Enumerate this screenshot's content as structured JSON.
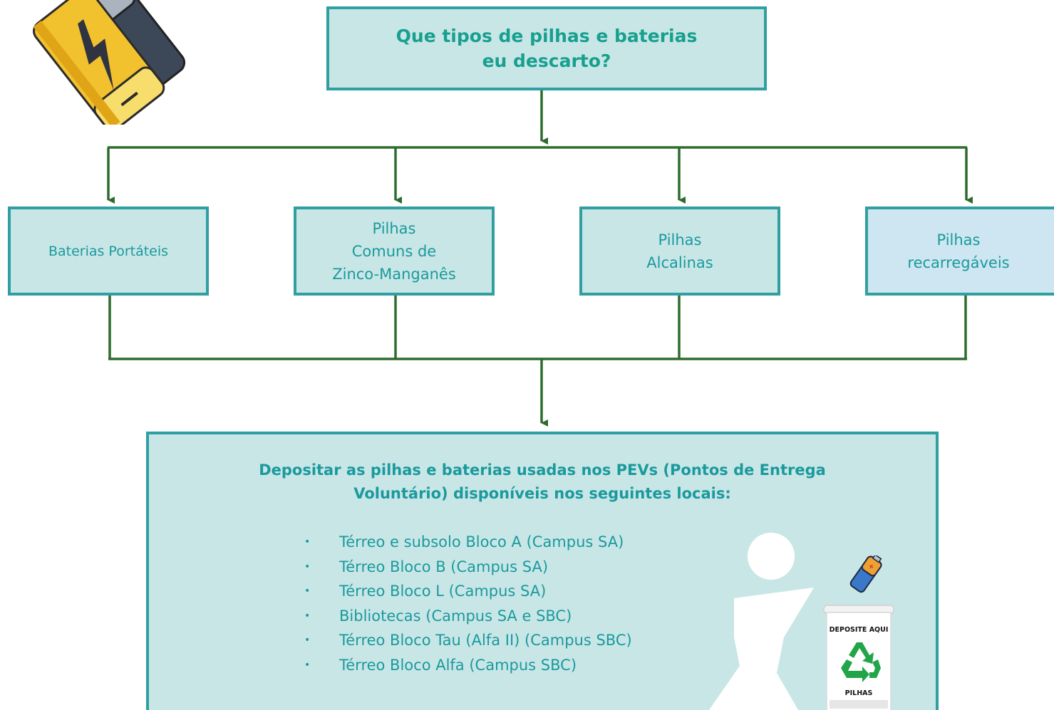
{
  "title": {
    "line1": "Que tipos de pilhas e baterias",
    "line2": "eu descarto?"
  },
  "categories": [
    {
      "lines": [
        "Baterias Portáteis"
      ]
    },
    {
      "lines": [
        "Pilhas",
        "Comuns de",
        "Zinco-Manganês"
      ]
    },
    {
      "lines": [
        "Pilhas",
        "Alcalinas"
      ]
    },
    {
      "lines": [
        "Pilhas",
        "recarregáveis"
      ]
    }
  ],
  "deposit": {
    "heading_line1": "Depositar as pilhas e baterias usadas nos PEVs (Pontos de Entrega",
    "heading_line2": "Voluntário) disponíveis nos seguintes locais:",
    "bullet": "•",
    "locations": [
      "Térreo e subsolo Bloco A (Campus SA)",
      "Térreo Bloco B (Campus SA)",
      "Térreo Bloco L (Campus SA)",
      "Bibliotecas (Campus SA e SBC)",
      "Térreo Bloco Tau (Alfa II) (Campus SBC)",
      "Térreo Bloco Alfa (Campus SBC)"
    ]
  },
  "bin": {
    "label_top": "DEPOSITE AQUI",
    "label_bottom": "PILHAS"
  },
  "colors": {
    "box_fill": "#c9e6e7",
    "box_border": "#2f9fa1",
    "text": "#1a9a9c",
    "title_text": "#18a08f",
    "connector": "#2e6b2e",
    "battery_yellow": "#f2c12e",
    "recycle_green": "#22a548"
  },
  "icons": [
    "battery-icon",
    "person-icon",
    "recycle-bin-icon",
    "recycle-icon"
  ]
}
